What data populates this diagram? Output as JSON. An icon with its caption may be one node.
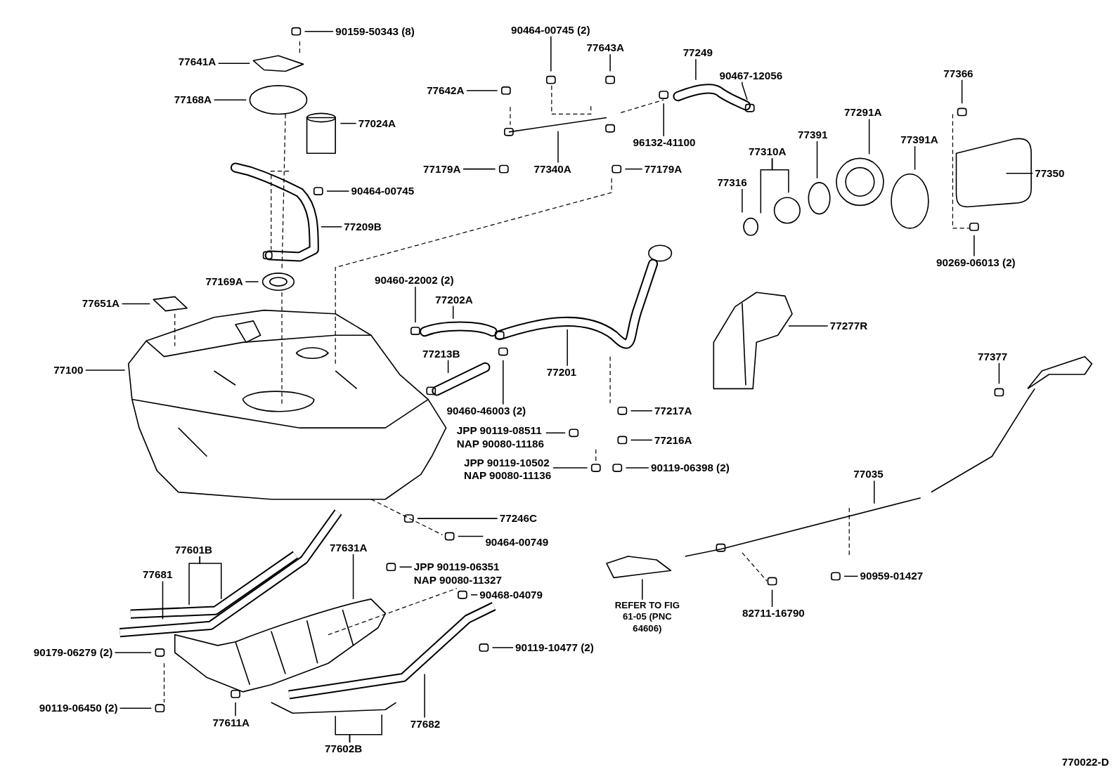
{
  "diagram": {
    "nodes": [
      {
        "text": [
          "90159-50343 (8)"
        ]
      },
      {
        "text": [
          "77641A"
        ]
      },
      {
        "text": [
          "77168A"
        ]
      },
      {
        "text": [
          "77024A"
        ]
      },
      {
        "text": [
          "90464-00745"
        ]
      },
      {
        "text": [
          "77209B"
        ]
      },
      {
        "text": [
          "77169A"
        ]
      },
      {
        "text": [
          "77651A"
        ]
      },
      {
        "text": [
          "77100"
        ]
      },
      {
        "text": [
          "90464-00745 (2)"
        ]
      },
      {
        "text": [
          "77643A"
        ]
      },
      {
        "text": [
          "77642A"
        ]
      },
      {
        "text": [
          "77249"
        ]
      },
      {
        "text": [
          "90467-12056"
        ]
      },
      {
        "text": [
          "77179A"
        ]
      },
      {
        "text": [
          "77340A"
        ]
      },
      {
        "text": [
          "77179A"
        ]
      },
      {
        "text": [
          "96132-41100"
        ]
      },
      {
        "text": [
          "77366"
        ]
      },
      {
        "text": [
          "77291A"
        ]
      },
      {
        "text": [
          "77391"
        ]
      },
      {
        "text": [
          "77391A"
        ]
      },
      {
        "text": [
          "77310A"
        ]
      },
      {
        "text": [
          "77316"
        ]
      },
      {
        "text": [
          "77350"
        ]
      },
      {
        "text": [
          "90269-06013 (2)"
        ]
      },
      {
        "text": [
          "90460-22002 (2)"
        ]
      },
      {
        "text": [
          "77202A"
        ]
      },
      {
        "text": [
          "77213B"
        ]
      },
      {
        "text": [
          "77201"
        ]
      },
      {
        "text": [
          "90460-46003 (2)"
        ]
      },
      {
        "text": [
          "77277R"
        ]
      },
      {
        "text": [
          "77377"
        ]
      },
      {
        "text": [
          "77217A"
        ]
      },
      {
        "text": [
          "77216A"
        ]
      },
      {
        "text": [
          "JPP 90119-08511",
          "NAP 90080-11186"
        ]
      },
      {
        "text": [
          "JPP 90119-10502",
          "NAP 90080-11136"
        ]
      },
      {
        "text": [
          "90119-06398 (2)"
        ]
      },
      {
        "text": [
          "77035"
        ]
      },
      {
        "text": [
          "77246C"
        ]
      },
      {
        "text": [
          "90464-00749"
        ]
      },
      {
        "text": [
          "JPP 90119-06351",
          "NAP 90080-11327"
        ]
      },
      {
        "text": [
          "77601B"
        ]
      },
      {
        "text": [
          "77681"
        ]
      },
      {
        "text": [
          "77631A"
        ]
      },
      {
        "text": [
          "90468-04079"
        ]
      },
      {
        "text": [
          "90179-06279 (2)"
        ]
      },
      {
        "text": [
          "90119-10477 (2)"
        ]
      },
      {
        "text": [
          "90119-06450 (2)"
        ]
      },
      {
        "text": [
          "77611A"
        ]
      },
      {
        "text": [
          "77682"
        ]
      },
      {
        "text": [
          "77602B"
        ]
      },
      {
        "text": [
          "90959-01427"
        ]
      },
      {
        "text": [
          "82711-16790"
        ]
      },
      {
        "text": [
          "REFER TO FIG 61-05 (PNC 64606)"
        ]
      }
    ],
    "edges": [
      {
        "from": 0,
        "to": null,
        "arrow": "none"
      },
      {
        "from": 1,
        "to": null,
        "arrow": "none"
      },
      {
        "from": 2,
        "to": null,
        "arrow": "none"
      },
      {
        "from": 3,
        "to": null,
        "arrow": "none"
      },
      {
        "from": 4,
        "to": null,
        "arrow": "none"
      },
      {
        "from": 5,
        "to": null,
        "arrow": "none"
      },
      {
        "from": 6,
        "to": null,
        "arrow": "none"
      },
      {
        "from": 7,
        "to": null,
        "arrow": "none"
      },
      {
        "from": 8,
        "to": null,
        "arrow": "none"
      },
      {
        "from": 9,
        "to": null,
        "arrow": "none"
      },
      {
        "from": 10,
        "to": null,
        "arrow": "none"
      },
      {
        "from": 11,
        "to": null,
        "arrow": "none"
      },
      {
        "from": 12,
        "to": null,
        "arrow": "none"
      },
      {
        "from": 13,
        "to": null,
        "arrow": "none"
      },
      {
        "from": 14,
        "to": null,
        "arrow": "none"
      },
      {
        "from": 15,
        "to": null,
        "arrow": "none"
      },
      {
        "from": 16,
        "to": null,
        "arrow": "none"
      },
      {
        "from": 17,
        "to": null,
        "arrow": "none"
      },
      {
        "from": 18,
        "to": null,
        "arrow": "none"
      },
      {
        "from": 19,
        "to": null,
        "arrow": "none"
      },
      {
        "from": 20,
        "to": null,
        "arrow": "none"
      },
      {
        "from": 21,
        "to": null,
        "arrow": "none"
      },
      {
        "from": 22,
        "to": null,
        "arrow": "none"
      },
      {
        "from": 22,
        "to": null,
        "arrow": "none"
      },
      {
        "from": 23,
        "to": null,
        "arrow": "none"
      },
      {
        "from": 24,
        "to": null,
        "arrow": "none"
      },
      {
        "from": 25,
        "to": null,
        "arrow": "none"
      },
      {
        "from": 26,
        "to": null,
        "arrow": "none"
      },
      {
        "from": 27,
        "to": null,
        "arrow": "none"
      },
      {
        "from": 28,
        "to": null,
        "arrow": "none"
      },
      {
        "from": 29,
        "to": null,
        "arrow": "none"
      },
      {
        "from": 30,
        "to": null,
        "arrow": "none"
      },
      {
        "from": 31,
        "to": null,
        "arrow": "none"
      },
      {
        "from": 32,
        "to": null,
        "arrow": "none"
      },
      {
        "from": 33,
        "to": null,
        "arrow": "none"
      },
      {
        "from": 34,
        "to": null,
        "arrow": "none"
      },
      {
        "from": 35,
        "to": null,
        "arrow": "none"
      },
      {
        "from": 36,
        "to": null,
        "arrow": "none"
      },
      {
        "from": 37,
        "to": null,
        "arrow": "none"
      },
      {
        "from": 38,
        "to": null,
        "arrow": "none"
      },
      {
        "from": 39,
        "to": null,
        "arrow": "none"
      },
      {
        "from": 40,
        "to": null,
        "arrow": "none"
      },
      {
        "from": 41,
        "to": null,
        "arrow": "none"
      },
      {
        "from": 42,
        "to": null,
        "arrow": "none"
      },
      {
        "from": 42,
        "to": null,
        "arrow": "none"
      },
      {
        "from": 43,
        "to": null,
        "arrow": "none"
      },
      {
        "from": 44,
        "to": null,
        "arrow": "none"
      },
      {
        "from": 45,
        "to": null,
        "arrow": "none"
      },
      {
        "from": 46,
        "to": null,
        "arrow": "none"
      },
      {
        "from": 47,
        "to": null,
        "arrow": "none"
      },
      {
        "from": 48,
        "to": null,
        "arrow": "none"
      },
      {
        "from": 49,
        "to": null,
        "arrow": "none"
      },
      {
        "from": 50,
        "to": null,
        "arrow": "none"
      },
      {
        "from": 51,
        "to": null,
        "arrow": "none"
      },
      {
        "from": 51,
        "to": null,
        "arrow": "none"
      },
      {
        "from": 52,
        "to": null,
        "arrow": "none"
      },
      {
        "from": 53,
        "to": null,
        "arrow": "none"
      },
      {
        "from": 54,
        "to": null,
        "arrow": "none"
      }
    ],
    "labels": [
      "770022-D"
    ]
  }
}
